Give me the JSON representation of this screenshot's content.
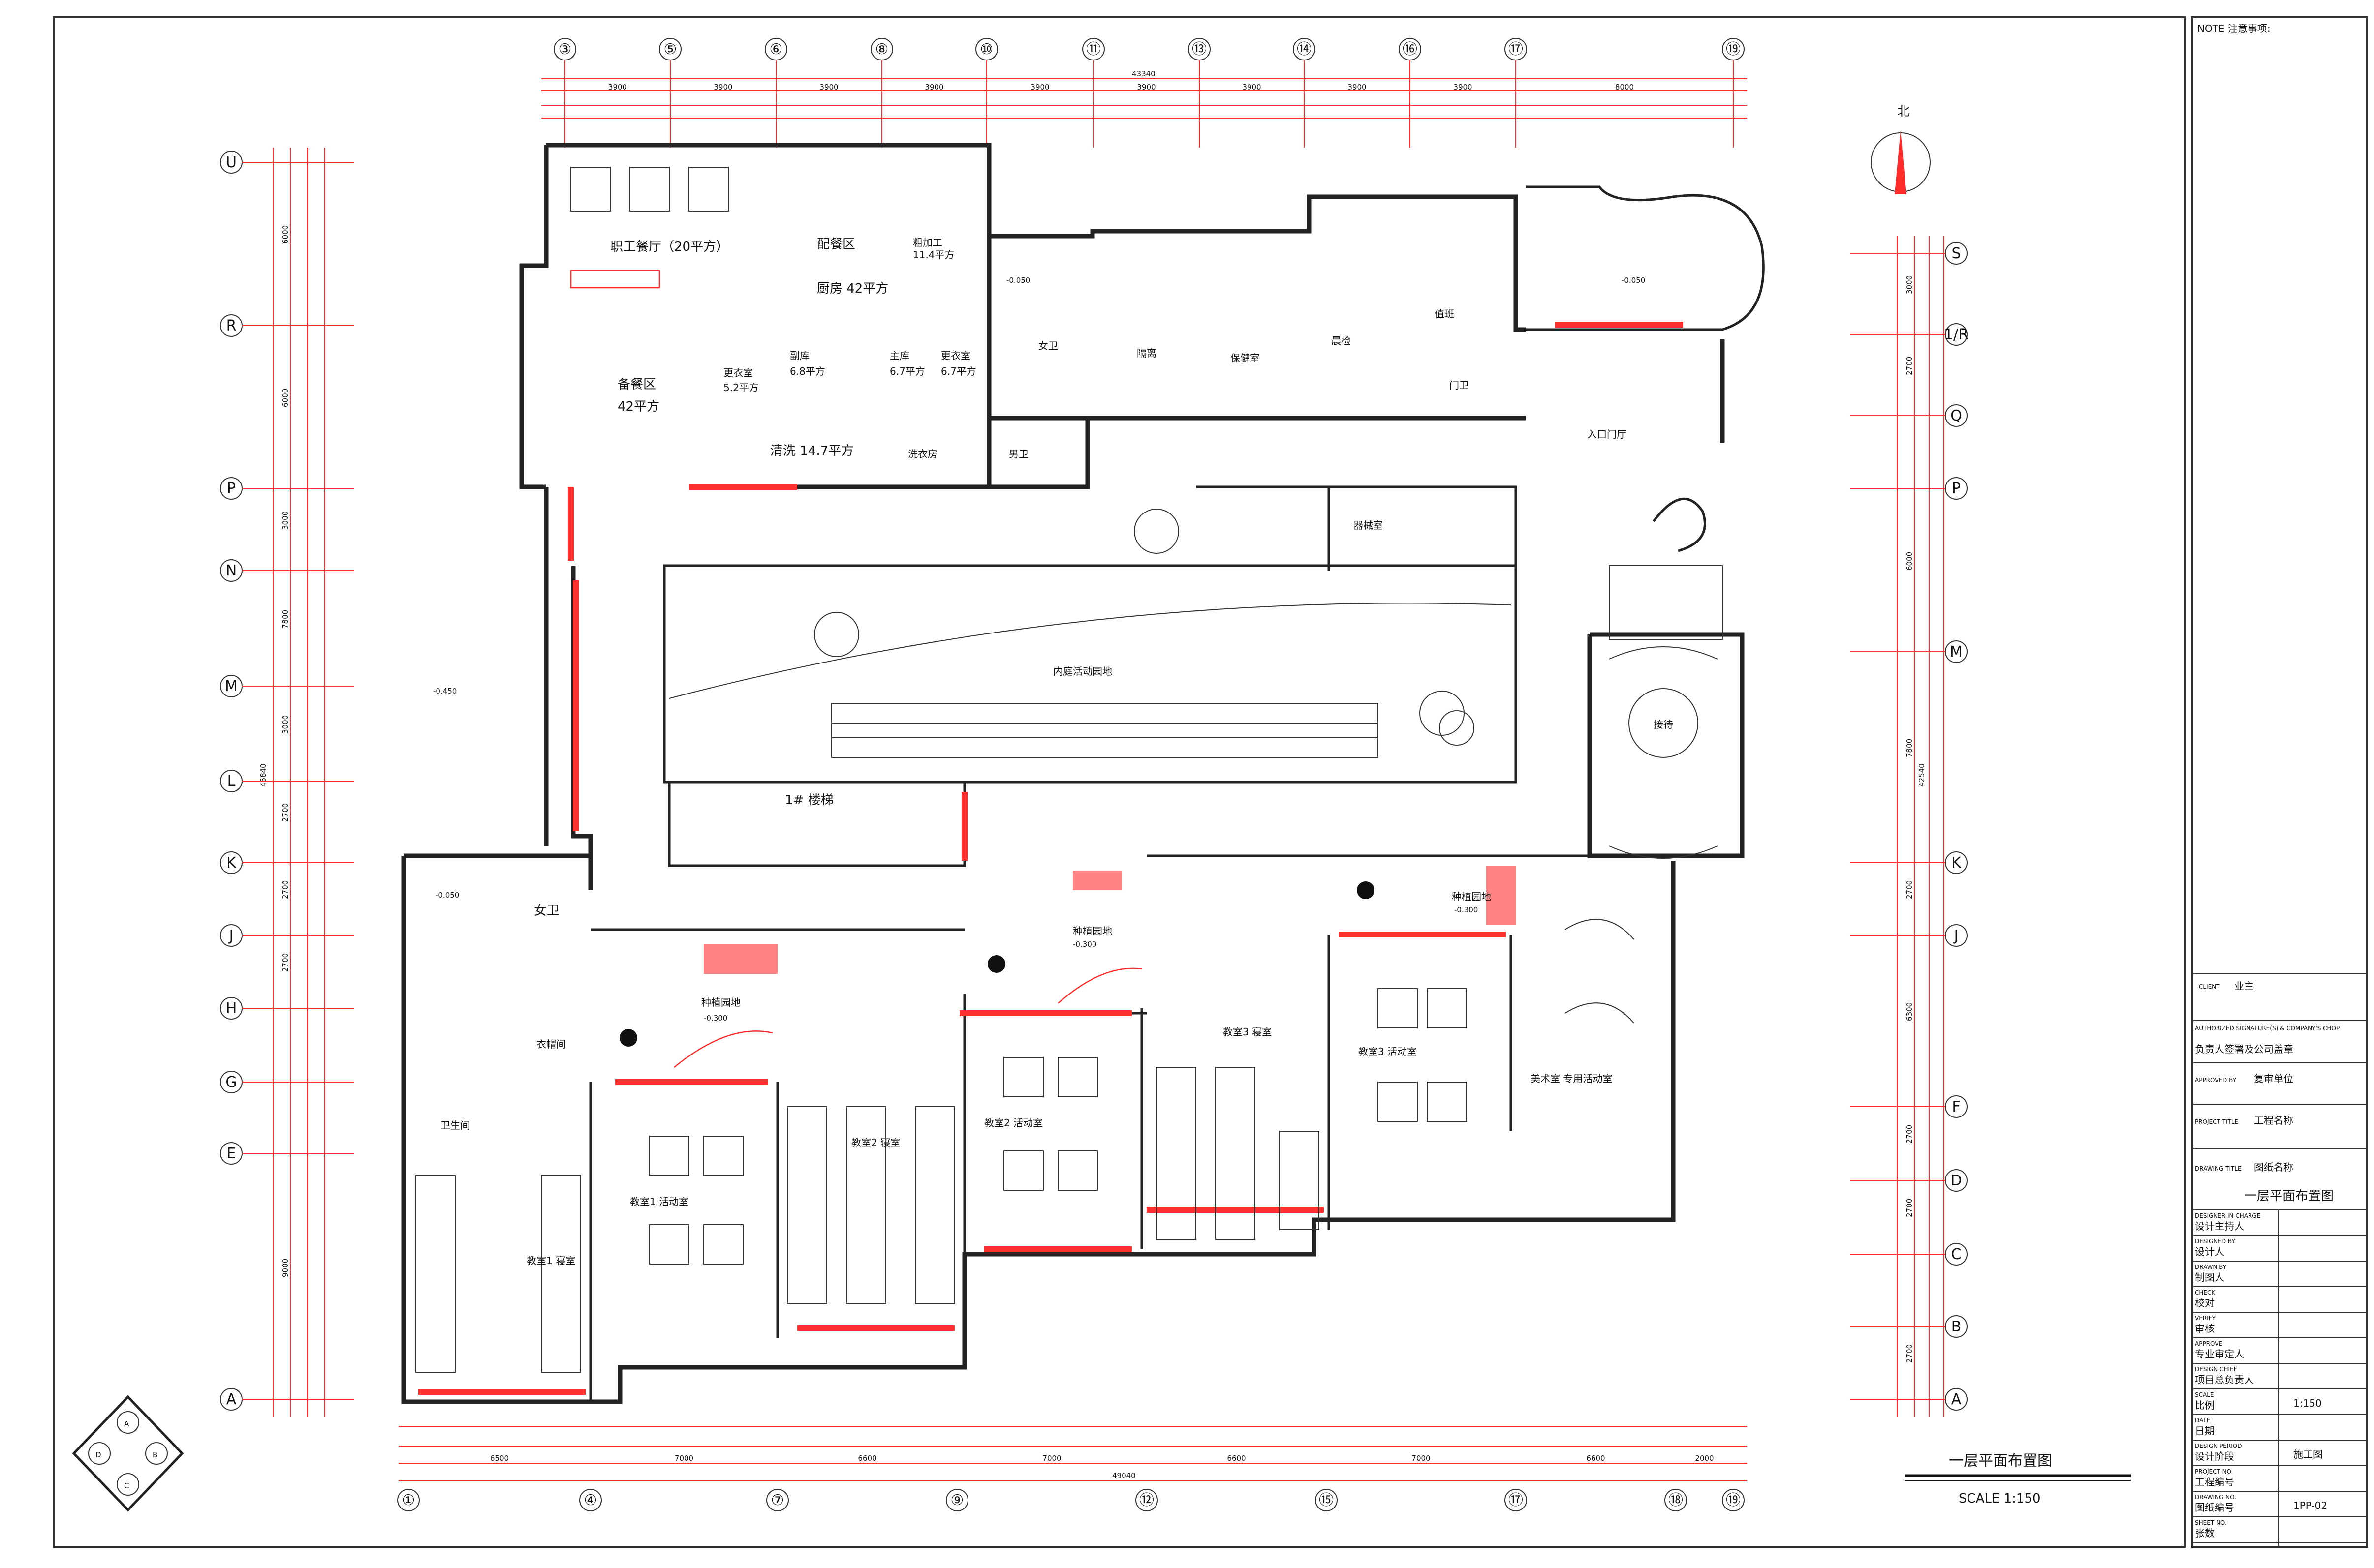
{
  "notes_label": "NOTE 注意事项:",
  "north_label": "北",
  "axes": {
    "top": [
      "③",
      "⑤",
      "⑥",
      "⑧",
      "⑩",
      "⑪",
      "⑬",
      "⑭",
      "⑯",
      "⑰",
      "⑲"
    ],
    "bottom": [
      "①",
      "④",
      "⑦",
      "⑨",
      "⑫",
      "⑮",
      "⑰",
      "⑱",
      "⑲"
    ],
    "left": [
      "U",
      "R",
      "P",
      "N",
      "M",
      "L",
      "K",
      "J",
      "H",
      "G",
      "E",
      "A"
    ],
    "right": [
      "S",
      "1/R",
      "Q",
      "P",
      "M",
      "K",
      "J",
      "F",
      "D",
      "C",
      "B",
      "A"
    ]
  },
  "dims": {
    "top_total": "43340",
    "top_spans": [
      "3900",
      "3900",
      "3900",
      "3900",
      "3900",
      "3900",
      "3900",
      "3900",
      "3900",
      "8000"
    ],
    "bottom_total": "49040",
    "bottom_spans": [
      "6500",
      "7000",
      "6600",
      "7000",
      "6600",
      "7000",
      "6600",
      "2000"
    ],
    "left_total": "45840",
    "left_spans": [
      "6000",
      "6000",
      "3000",
      "7800",
      "3000",
      "2700",
      "2700",
      "2700",
      "9000"
    ],
    "right_total": "42540",
    "right_spans": [
      "3000",
      "2700",
      "6000",
      "7800",
      "2700",
      "6300",
      "2700",
      "2700",
      "2700"
    ]
  },
  "levels": [
    "-0.050",
    "-0.450",
    "-0.050",
    "-0.300",
    "-0.300",
    "-0.300",
    "-0.050"
  ],
  "rooms": {
    "staff_dining": "职工餐厅（20平方）",
    "distribution": "配餐区",
    "rough_processing": "粗加工",
    "rough_area": "11.4平方",
    "kitchen": "厨房 42平方",
    "serving": "备餐区",
    "serving_area": "42平方",
    "storage": "副库",
    "storage_area": "6.8平方",
    "main_storage": "主库",
    "main_area": "6.7平方",
    "locker": "更衣室",
    "locker_area": "6.7平方",
    "locker2": "更衣室",
    "locker2_area": "5.2平方",
    "wash": "清洗 14.7平方",
    "laundry": "洗衣房",
    "female_wc": "女卫",
    "male_wc": "男卫",
    "isolation": "隔离",
    "clinic": "保健室",
    "morning_check": "晨检",
    "reception_office": "值班",
    "guard": "门卫",
    "entrance_hall": "入口门厅",
    "equipment": "器械室",
    "inner_court": "内庭活动园地",
    "stair": "1# 楼梯",
    "reception": "接待",
    "female_wc2": "女卫",
    "planting1": "种植园地",
    "planting2": "种植园地",
    "planting3": "种植园地",
    "class1_bed": "教室1 寝室",
    "class1_act": "教室1 活动室",
    "class2_bed": "教室2 寝室",
    "class2_act": "教室2 活动室",
    "class3_bed": "教室3 寝室",
    "class3_act": "教室3 活动室",
    "wc": "卫生间",
    "cloak": "衣帽间",
    "art_room": "美术室 专用活动室"
  },
  "title_block": {
    "client_label": "CLIENT",
    "client": "业主",
    "authorized_label": "AUTHORIZED SIGNATURE(S) & COMPANY'S CHOP",
    "authorized": "负责人签署及公司盖章",
    "approved_label": "APPROVED BY",
    "approved": "复审单位",
    "project_label": "PROJECT TITLE",
    "project": "工程名称",
    "drawing_title_label": "DRAWING TITLE",
    "drawing_title_value": "图纸名称",
    "drawing_name": "一层平面布置图",
    "rows": [
      {
        "en": "DESIGNER IN CHARGE",
        "cn": "设计主持人",
        "val": ""
      },
      {
        "en": "DESIGNED BY",
        "cn": "设计人",
        "val": ""
      },
      {
        "en": "DRAWN BY",
        "cn": "制图人",
        "val": ""
      },
      {
        "en": "CHECK",
        "cn": "校对",
        "val": ""
      },
      {
        "en": "VERIFY",
        "cn": "审核",
        "val": ""
      },
      {
        "en": "APPROVE",
        "cn": "专业审定人",
        "val": ""
      },
      {
        "en": "DESIGN CHIEF",
        "cn": "项目总负责人",
        "val": ""
      },
      {
        "en": "SCALE",
        "cn": "比例",
        "val": "1:150"
      },
      {
        "en": "DATE",
        "cn": "日期",
        "val": ""
      },
      {
        "en": "DESIGN PERIOD",
        "cn": "设计阶段",
        "val": "施工图"
      },
      {
        "en": "PROJECT NO.",
        "cn": "工程编号",
        "val": ""
      },
      {
        "en": "DRAWING NO.",
        "cn": "图纸编号",
        "val": "1PP-02"
      },
      {
        "en": "SHEET NO.",
        "cn": "张数",
        "val": ""
      }
    ]
  },
  "plan_title": "一层平面布置图",
  "scale": "SCALE  1:150",
  "key_plan": {
    "a": "A",
    "b": "B",
    "c": "C",
    "d": "D"
  },
  "colors": {
    "line": "#222222",
    "red": "#ff2a2a"
  }
}
